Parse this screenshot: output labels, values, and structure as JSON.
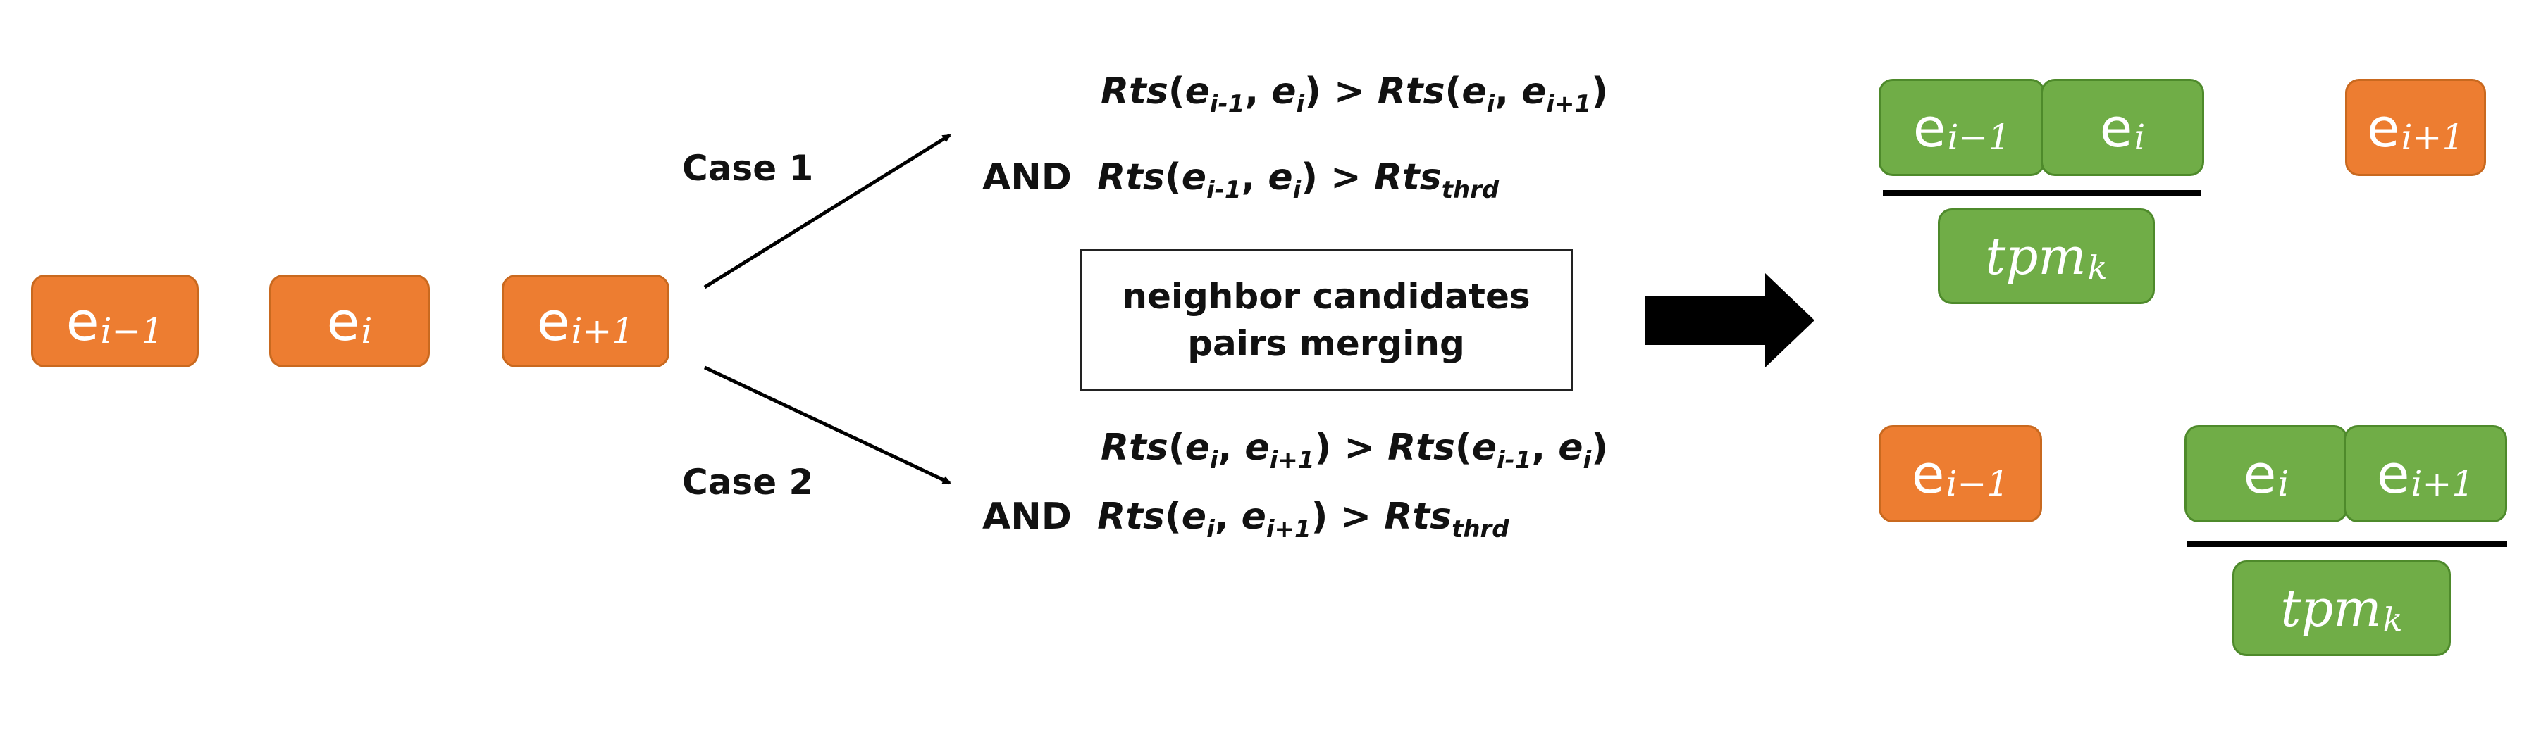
{
  "colors": {
    "orange": "#ED7D31",
    "green": "#70AD47"
  },
  "nodes": {
    "prev": {
      "base": "e",
      "sub": "i−1"
    },
    "cur": {
      "base": "e",
      "sub": "i"
    },
    "next": {
      "base": "e",
      "sub": "i+1"
    }
  },
  "case1": {
    "label": "Case 1",
    "line1": {
      "a1": "e",
      "a1s": "i-1",
      "a2": "e",
      "a2s": "i",
      "b1": "e",
      "b1s": "i",
      "b2": "e",
      "b2s": "i+1"
    },
    "line2": {
      "and": "AND",
      "a1": "e",
      "a1s": "i-1",
      "a2": "e",
      "a2s": "i",
      "thrd": "thrd"
    }
  },
  "case2": {
    "label": "Case 2",
    "line1": {
      "a1": "e",
      "a1s": "i",
      "a2": "e",
      "a2s": "i+1",
      "b1": "e",
      "b1s": "i-1",
      "b2": "e",
      "b2s": "i"
    },
    "line2": {
      "and": "AND",
      "a1": "e",
      "a1s": "i",
      "a2": "e",
      "a2s": "i+1",
      "thrd": "thrd"
    }
  },
  "rts": "Rts",
  "center_box": {
    "line1": "neighbor candidates",
    "line2": "pairs merging"
  },
  "tpm": {
    "base": "tpm",
    "sub": "k"
  }
}
